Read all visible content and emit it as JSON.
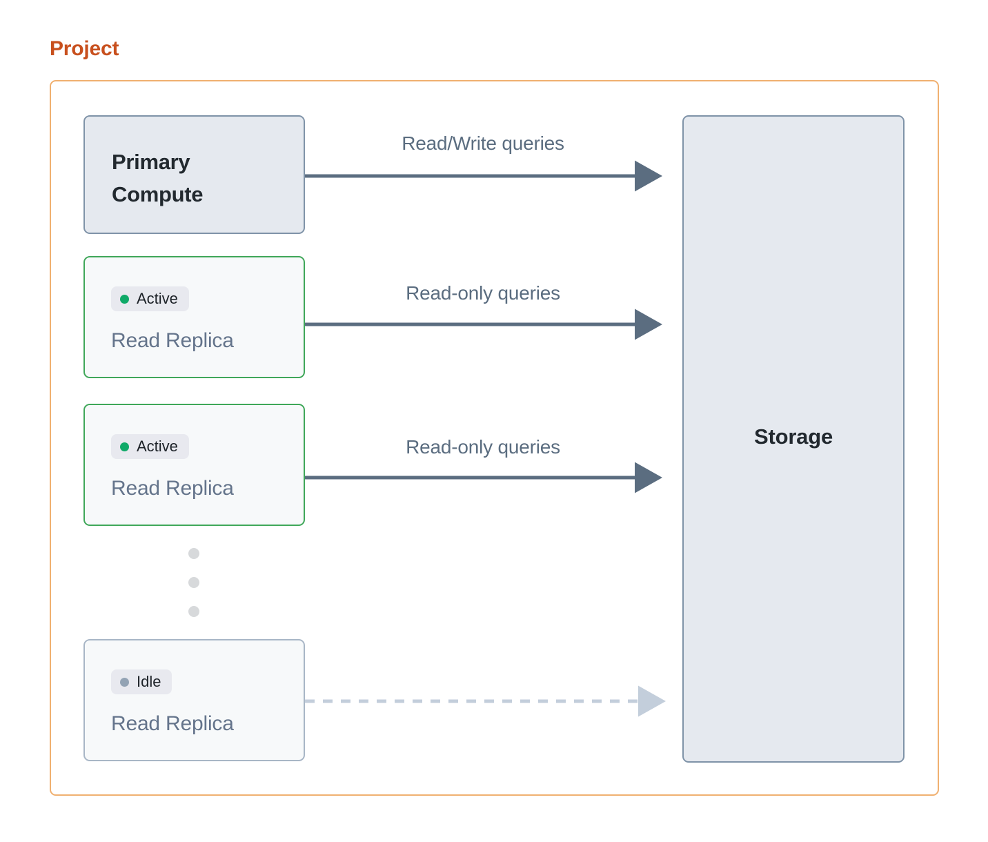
{
  "title": "Project",
  "colors": {
    "title": "#c8501e",
    "container_border": "#f0b070",
    "node_fill": "#e5e9ef",
    "node_border": "#7f93a8",
    "replica_fill": "#f7f9fa",
    "active_border": "#3fa759",
    "idle_border": "#a8b6c6",
    "badge_bg": "#e8e9ef",
    "active_dot": "#0fa968",
    "idle_dot": "#93a3b4",
    "arrow_solid": "#5b6d80",
    "arrow_dashed": "#c3cedb",
    "label_text": "#5b6d80",
    "node_label_text": "#64748b",
    "heading_text": "#22292f",
    "ellipsis_dot": "#d7d9db"
  },
  "nodes": {
    "primary": {
      "title_line1": "Primary",
      "title_line2": "Compute"
    },
    "replicas": [
      {
        "status": "Active",
        "status_kind": "active",
        "label": "Read Replica"
      },
      {
        "status": "Active",
        "status_kind": "active",
        "label": "Read Replica"
      },
      {
        "status": "Idle",
        "status_kind": "idle",
        "label": "Read Replica"
      }
    ],
    "storage": {
      "label": "Storage"
    }
  },
  "edges": [
    {
      "label": "Read/Write queries",
      "style": "solid",
      "from": "primary",
      "to": "storage"
    },
    {
      "label": "Read-only queries",
      "style": "solid",
      "from": "replica-1",
      "to": "storage"
    },
    {
      "label": "Read-only queries",
      "style": "solid",
      "from": "replica-2",
      "to": "storage"
    },
    {
      "label": "",
      "style": "dashed",
      "from": "replica-3",
      "to": "storage"
    }
  ],
  "ellipsis": {
    "meaning": "more read replicas",
    "dot_count": 3
  }
}
